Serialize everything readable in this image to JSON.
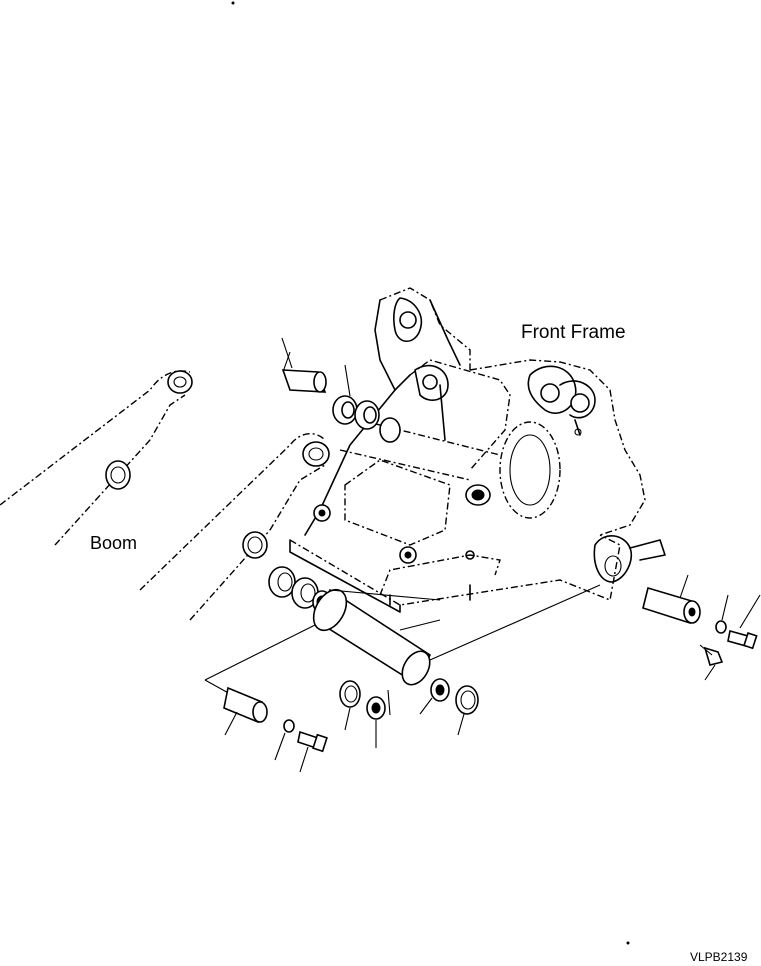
{
  "labels": {
    "front_frame": "Front Frame",
    "boom": "Boom",
    "drawing_code": "VLPB2139"
  }
}
